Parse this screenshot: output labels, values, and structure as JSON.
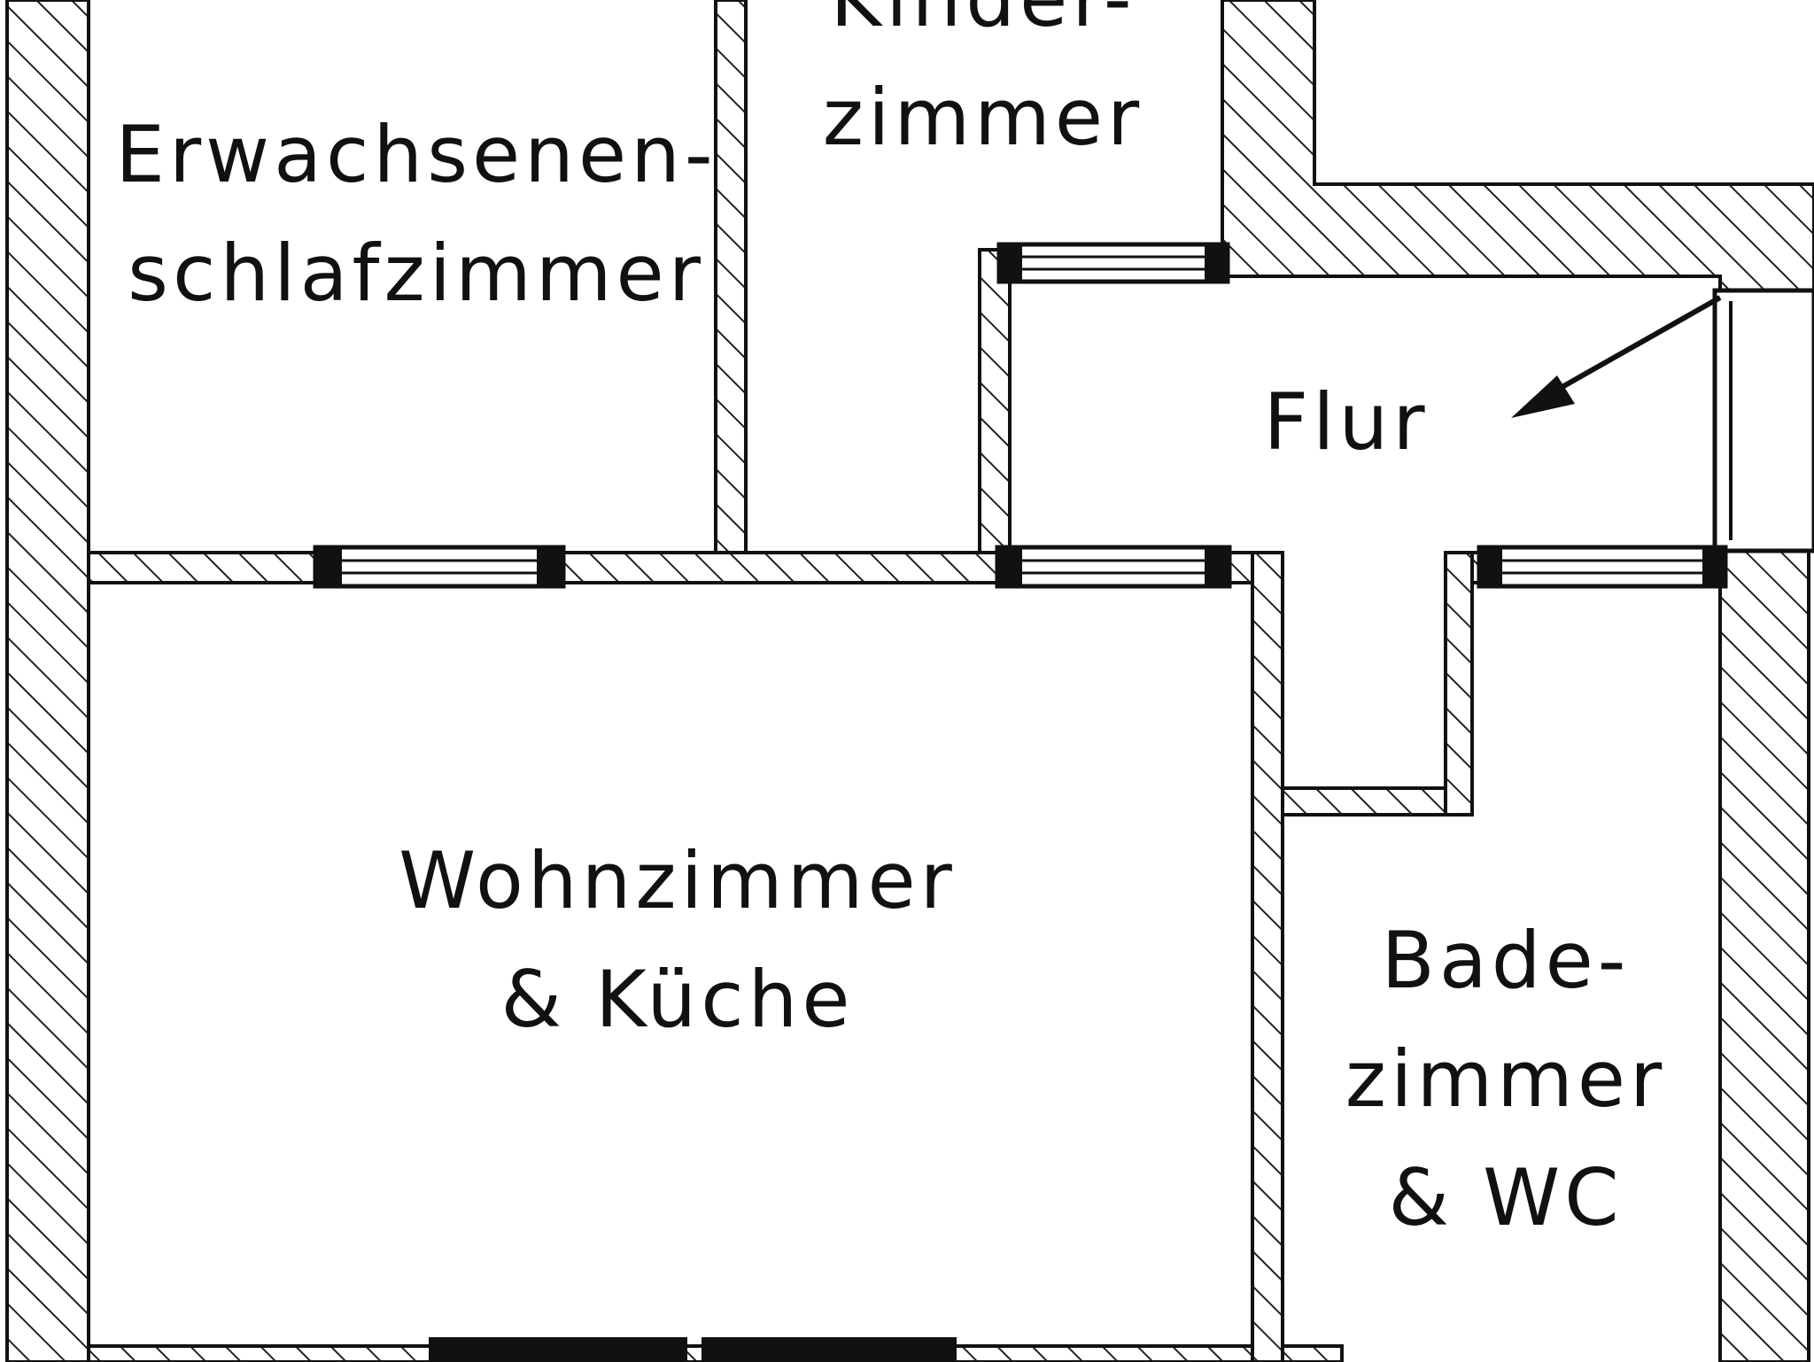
{
  "plan": {
    "colors": {
      "wall_line": "#111111",
      "hatch": "#222222",
      "background": "#ffffff"
    },
    "rooms": {
      "erwachsenen": {
        "line1": "Erwachsenen-",
        "line2": "schlafzimmer"
      },
      "kinder": {
        "line1": "Kinder-",
        "line2": "zimmer"
      },
      "flur": {
        "line1": "Flur"
      },
      "wohn": {
        "line1": "Wohnzimmer",
        "line2": "& Küche"
      },
      "bad": {
        "line1": "Bade-",
        "line2": "zimmer",
        "line3": "& WC"
      }
    }
  }
}
